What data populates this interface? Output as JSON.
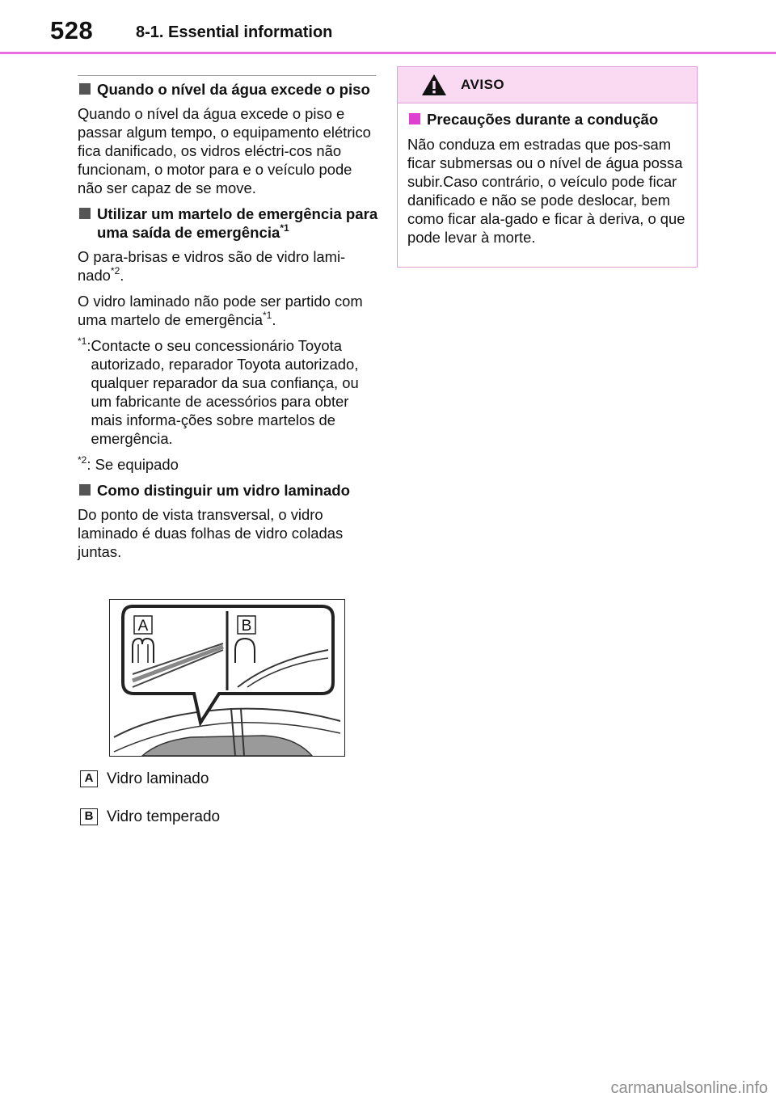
{
  "header": {
    "page_number": "528",
    "section": "8-1. Essential information"
  },
  "left": {
    "heading1": "Quando o nível da água excede o piso",
    "para1": "Quando o nível da água excede o piso e passar algum tempo, o equipamento elétrico fica danificado, os vidros eléctri-cos não funcionam, o motor para e o veículo pode não ser capaz de se move.",
    "heading2": "Utilizar um martelo de emergência para uma saída de emergência",
    "heading2_sup": "*1",
    "para2": "O para-brisas e vidros são de vidro lami-nado",
    "para2_sup": "*2",
    "para2_end": ".",
    "para3": "O vidro laminado não pode ser partido com uma martelo de emergência",
    "para3_sup": "*1",
    "para3_end": ".",
    "note1_key": "*1",
    "note1_sep": ": ",
    "note1_body": "Contacte o seu concessionário Toyota autorizado, reparador Toyota autorizado, qualquer reparador da sua confiança, ou um fabricante de acessórios para obter mais informa-ções sobre martelos de emergência.",
    "note2_key": "*2",
    "note2_body": ": Se equipado",
    "heading3": "Como distinguir um vidro laminado",
    "para4": "Do ponto de vista transversal, o vidro laminado é duas folhas de vidro coladas juntas."
  },
  "figure": {
    "label_a": "A",
    "label_b": "B"
  },
  "legend": [
    {
      "key": "A",
      "label": "Vidro laminado"
    },
    {
      "key": "B",
      "label": "Vidro temperado"
    }
  ],
  "warning": {
    "title": "AVISO",
    "heading": "Precauções durante a condução",
    "body": "Não conduza em estradas que pos-sam ficar submersas ou o nível de água possa subir.Caso contrário, o veículo pode ficar danificado e não se pode deslocar, bem como ficar ala-gado e ficar à deriva, o que pode levar à morte."
  },
  "footer": {
    "watermark": "carmanualsonline.info"
  }
}
